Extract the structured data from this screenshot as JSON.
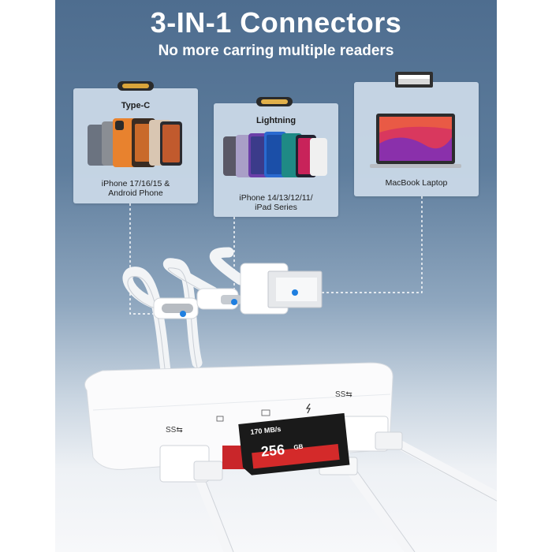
{
  "headline": "3-IN-1 Connectors",
  "subheadline": "No more carring multiple readers",
  "cards": {
    "typec": {
      "title": "Type-C",
      "caption_line1": "iPhone 17/16/15 &",
      "caption_line2": "Android Phone"
    },
    "lightning": {
      "title": "Lightning",
      "caption_line1": "iPhone 14/13/12/11/",
      "caption_line2": "iPad Series"
    },
    "macbook": {
      "caption": "MacBook Laptop"
    }
  },
  "sd_card": {
    "speed": "170 MB/s",
    "capacity": "256",
    "unit": "GB"
  },
  "icons": [
    "usb-c-plug-icon",
    "lightning-plug-icon",
    "usb-a-plug-icon",
    "ss-usb-logo-icon",
    "sd-slot-icon",
    "tf-slot-icon",
    "charging-bolt-icon"
  ],
  "colors": {
    "background_top": "#4e6d8f",
    "card": "#cddbe9",
    "connector_dot": "#1f7fe0",
    "dashed_line": "#ffffff",
    "sd_red": "#d42a2a",
    "sd_black": "#1a1a1a"
  }
}
